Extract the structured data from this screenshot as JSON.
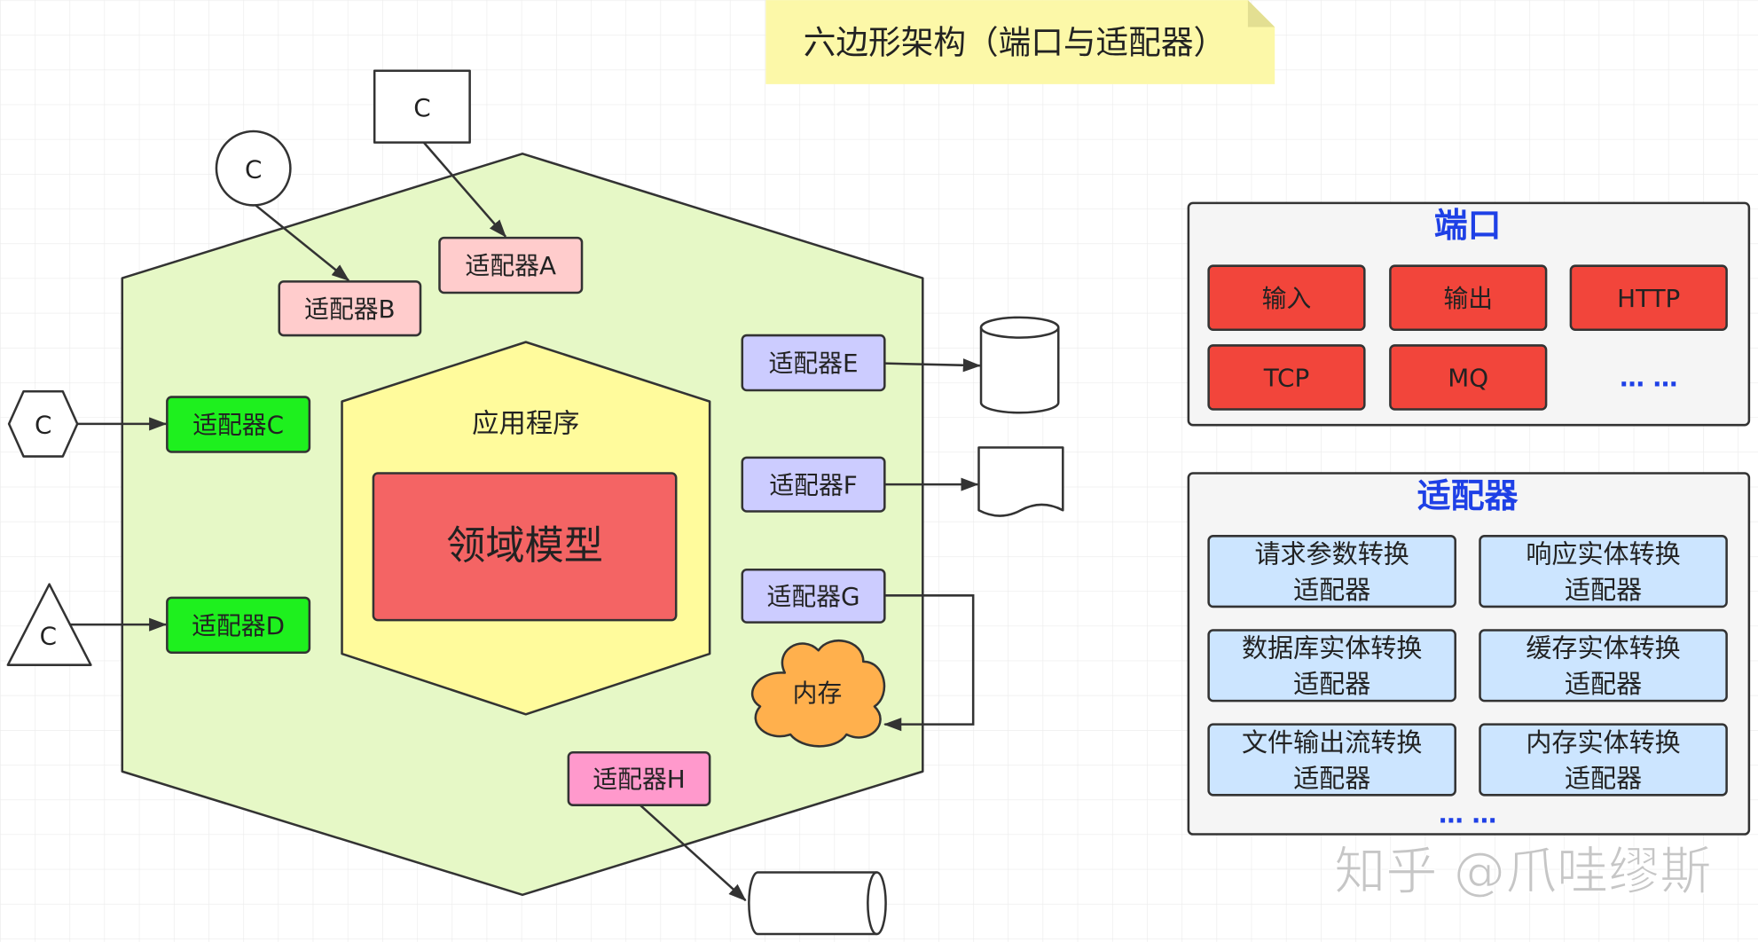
{
  "title": "六边形架构（端口与适配器）",
  "application": {
    "label": "应用程序",
    "domain_model": "领域模型"
  },
  "adapters": {
    "a": "适配器A",
    "b": "适配器B",
    "c": "适配器C",
    "d": "适配器D",
    "e": "适配器E",
    "f": "适配器F",
    "g": "适配器G",
    "h": "适配器H"
  },
  "clients": {
    "circle": "C",
    "square": "C",
    "hexagon": "C",
    "triangle": "C"
  },
  "memory": "内存",
  "ports_panel": {
    "title": "端口",
    "items": [
      "输入",
      "输出",
      "HTTP",
      "TCP",
      "MQ"
    ],
    "more": "… …"
  },
  "adapters_panel": {
    "title": "适配器",
    "items": [
      {
        "line1": "请求参数转换",
        "line2": "适配器"
      },
      {
        "line1": "响应实体转换",
        "line2": "适配器"
      },
      {
        "line1": "数据库实体转换",
        "line2": "适配器"
      },
      {
        "line1": "缓存实体转换",
        "line2": "适配器"
      },
      {
        "line1": "文件输出流转换",
        "line2": "适配器"
      },
      {
        "line1": "内存实体转换",
        "line2": "适配器"
      }
    ],
    "more": "… …"
  },
  "watermark": "知乎 @爪哇缪斯",
  "colors": {
    "canvas": "#ffffff",
    "grid": "#ebebeb",
    "stroke": "#333333",
    "title_note": "#fcf8a8",
    "title_fold": "#e3df92",
    "outer_hexagon": "#e6f8c6",
    "inner_hexagon": "#fffb9c",
    "domain_model": "#f46464",
    "adapter_pink": "#ffcccc",
    "adapter_green": "#1ef01e",
    "adapter_lavender": "#ccccff",
    "adapter_magenta": "#ff99cc",
    "client": "#ffffff",
    "memory_cloud": "#ffb04d",
    "panel": "#f5f5f5",
    "panel_title": "#1e40e6",
    "port_button": "#f2453b",
    "adapter_button": "#cce5ff",
    "watermark": "#c6c6c6"
  }
}
